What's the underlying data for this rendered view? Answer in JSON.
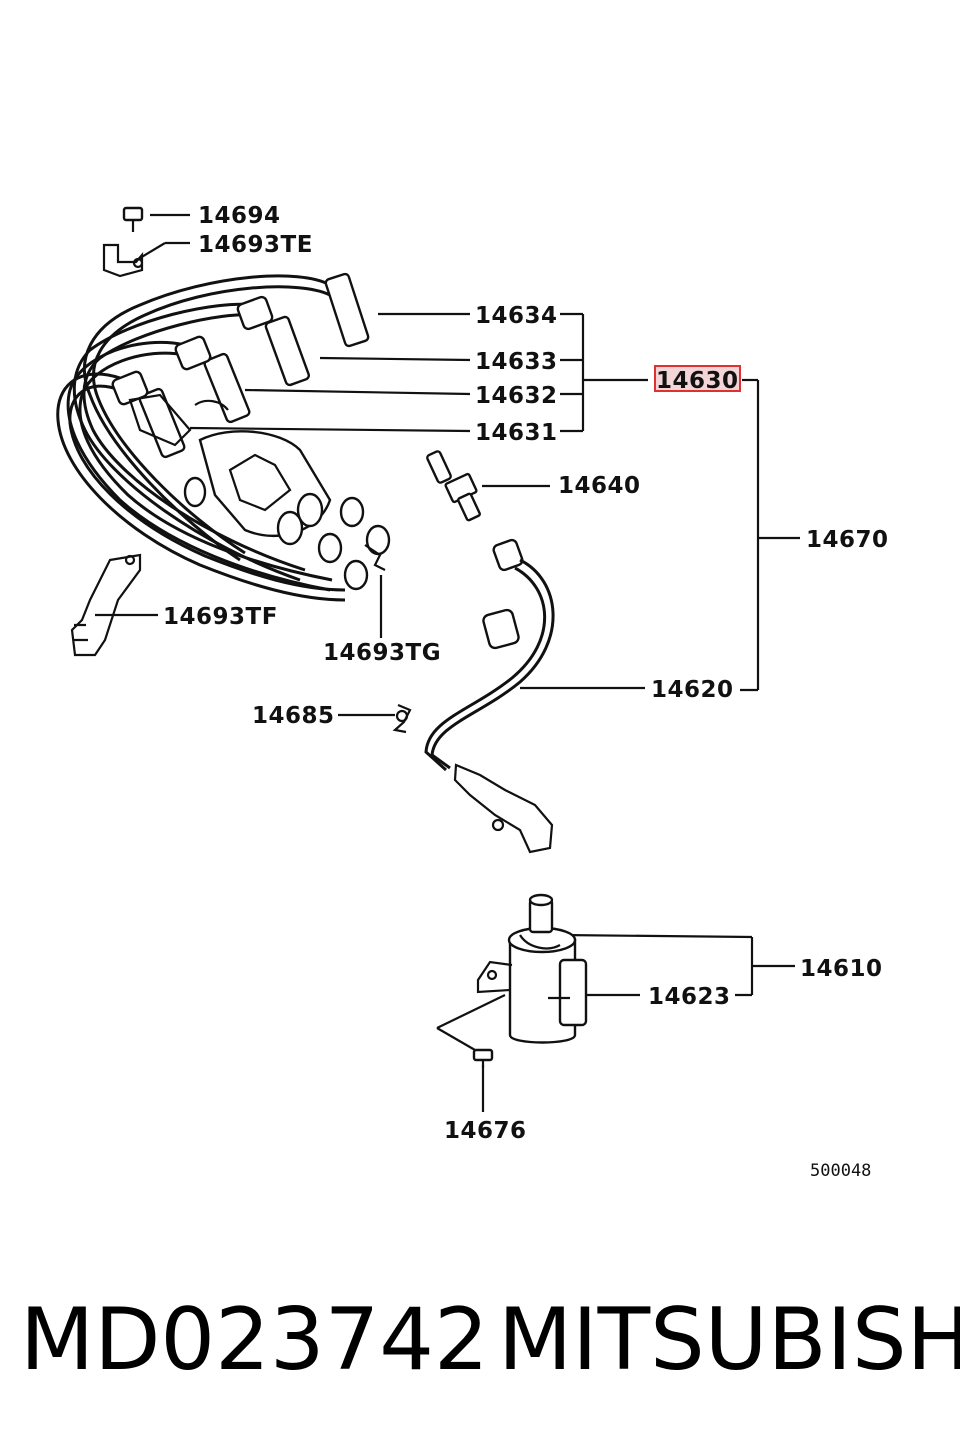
{
  "diagram": {
    "labels": {
      "p14694": "14694",
      "p14693TE": "14693TE",
      "p14634": "14634",
      "p14633": "14633",
      "p14632": "14632",
      "p14631": "14631",
      "p14630": "14630",
      "p14640": "14640",
      "p14670": "14670",
      "p14693TF": "14693TF",
      "p14693TG": "14693TG",
      "p14620": "14620",
      "p14685": "14685",
      "p14610": "14610",
      "p14623": "14623",
      "p14676": "14676"
    },
    "reference_code": "500048",
    "highlight_color": "#e03030"
  },
  "footer": {
    "part_number": "MD023742",
    "brand": "MITSUBISHI"
  }
}
